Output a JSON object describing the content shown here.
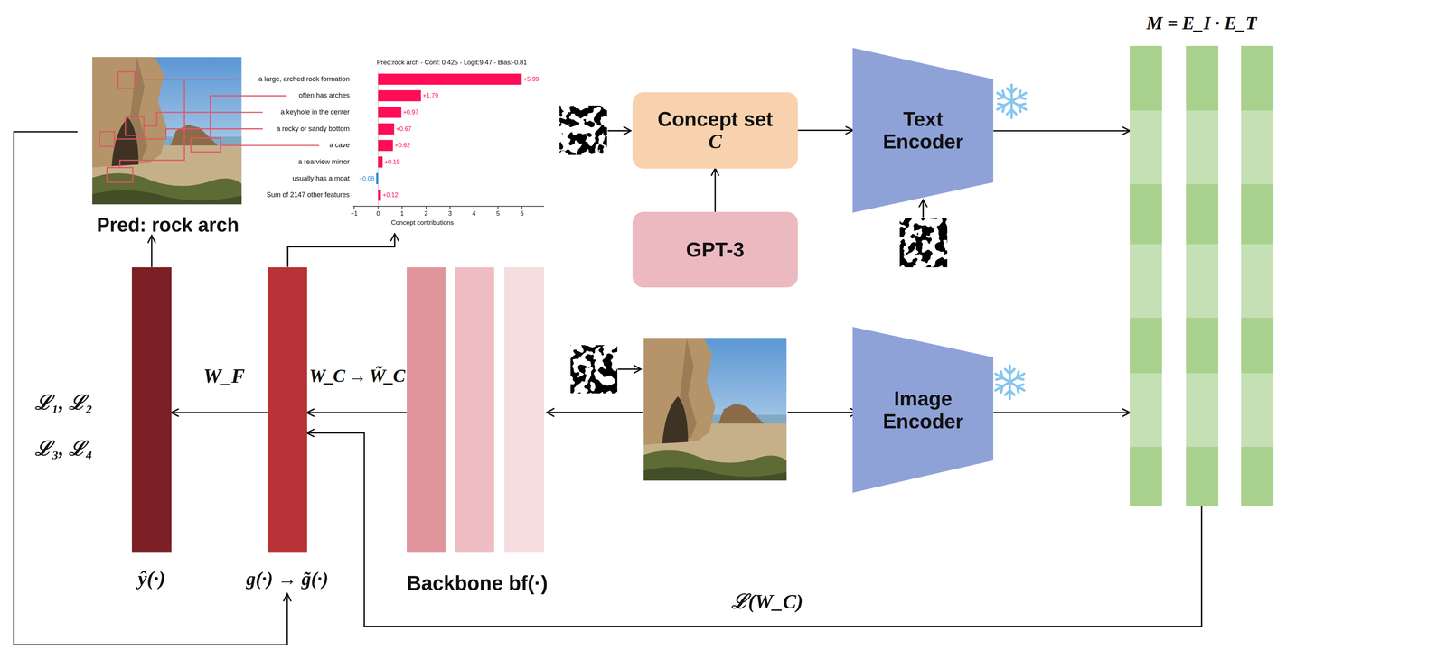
{
  "diagram": {
    "nodes": [
      {
        "text": [
          "Pred: rock arch"
        ]
      },
      {
        "text": [
          "Concept set",
          "C"
        ]
      },
      {
        "text": [
          "Text Encoder"
        ]
      },
      {
        "text": [
          "M = E_I · E_T"
        ]
      },
      {
        "text": [
          "GPT-3"
        ]
      },
      {
        "text": [
          "ŷ(·)"
        ]
      },
      {
        "text": [
          "g(·) → g̃(·)"
        ]
      },
      {
        "text": [
          "Backbone bf(·)"
        ]
      },
      {
        "text": [
          "Image Encoder"
        ]
      }
    ],
    "edges": [
      {
        "from": 1,
        "to": 2,
        "arrow": "to"
      },
      {
        "from": 4,
        "to": 1,
        "arrow": "to"
      },
      {
        "from": 2,
        "to": 3,
        "arrow": "to"
      },
      {
        "from": 8,
        "to": 3,
        "arrow": "to"
      },
      {
        "from": 7,
        "to": 6,
        "label": "W_C → W̃_C",
        "arrow": "to"
      },
      {
        "from": 6,
        "to": 5,
        "label": "W_F",
        "arrow": "to"
      },
      {
        "from": 5,
        "to": 0,
        "arrow": "to"
      },
      {
        "from": 0,
        "to": 6,
        "arrow": "to"
      },
      {
        "from": 3,
        "to": 6,
        "label": "ℒ(W_C)",
        "arrow": "to"
      }
    ],
    "labels": [
      "Pred:rock arch - Conf: 0.425 - Logit:9.47 - Bias:-0.81",
      "a large, arched rock formation",
      "+5.99",
      "often has arches",
      "+1.79",
      "a keyhole in the center",
      "+0.97",
      "a rocky or sandy bottom",
      "+0.67",
      "a cave",
      "+0.62",
      "a rearview mirror",
      "+0.19",
      "usually has a moat",
      "−0.08",
      "Sum of 2147 other features",
      "+0.12",
      "−1",
      "0",
      "1",
      "2",
      "3",
      "4",
      "5",
      "6",
      "Concept contributions",
      "ℒ₁, ℒ₂",
      "ℒ₃, ℒ₄"
    ]
  }
}
